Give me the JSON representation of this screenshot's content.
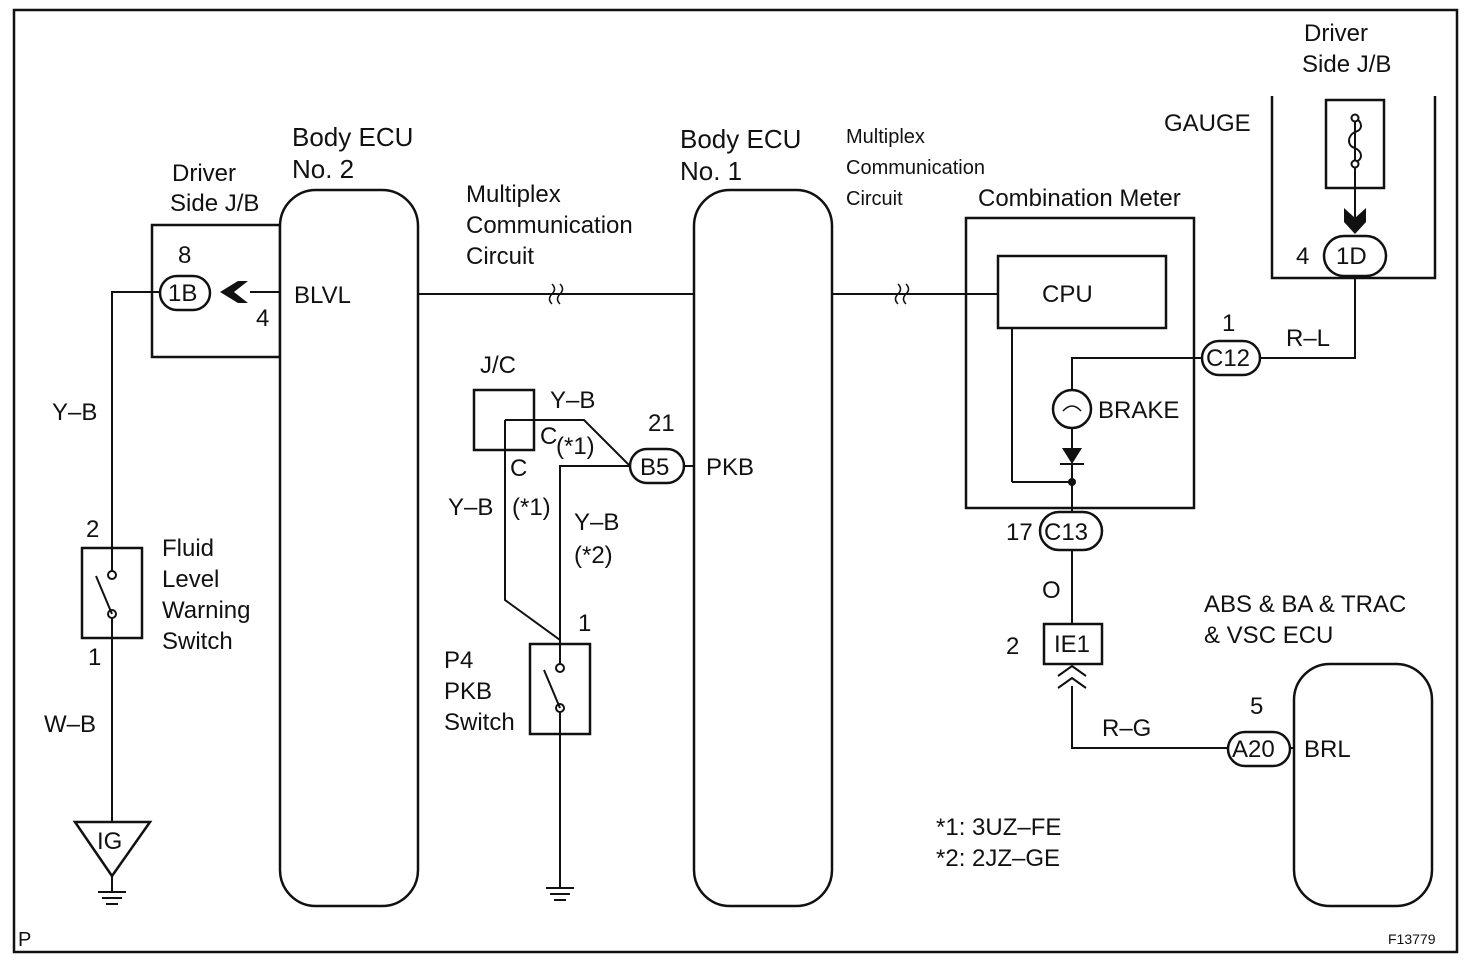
{
  "components": {
    "body_ecu_2": {
      "title_1": "Body  ECU",
      "title_2": "No. 2",
      "terminal": "BLVL"
    },
    "body_ecu_1": {
      "title_1": "Body  ECU",
      "title_2": "No. 1",
      "terminal": "PKB"
    },
    "driver_jb_left": {
      "title_1": "Driver",
      "title_2": "Side J/B",
      "connector": "1B",
      "pin_top": "8",
      "pin_side": "4"
    },
    "driver_jb_right": {
      "title_1": "Driver",
      "title_2": "Side J/B",
      "fuse": "GAUGE",
      "connector": "1D",
      "pin": "4"
    },
    "multiplex_left": {
      "line_1": "Multiplex",
      "line_2": "Communication",
      "line_3": "Circuit"
    },
    "multiplex_right": {
      "line_1": "Multiplex",
      "line_2": "Communication",
      "line_3": "Circuit"
    },
    "combination_meter": {
      "title": "Combination Meter",
      "cpu": "CPU",
      "brake": "BRAKE"
    },
    "c12": {
      "label": "C12",
      "pin": "1",
      "wire": "R–L"
    },
    "c13": {
      "label": "C13",
      "pin": "17",
      "wire": "O"
    },
    "ie1": {
      "label": "IE1",
      "pin": "2"
    },
    "abs_ecu": {
      "title_1": "ABS & BA & TRAC",
      "title_2": "& VSC ECU",
      "terminal": "BRL"
    },
    "a20": {
      "label": "A20",
      "pin": "5",
      "wire": "R–G"
    },
    "jc": {
      "label": "J/C",
      "c_top": "C",
      "c_bottom": "C",
      "note_1_top": "(*1)",
      "note_1_left": "(*1)"
    },
    "b5": {
      "label": "B5",
      "pin": "21"
    },
    "wires": {
      "yb_left": "Y–B",
      "yb_jc_top": "Y–B",
      "yb_jc_left": "Y–B",
      "yb_right": "Y–B",
      "yb_note2": "(*2)",
      "wb": "W–B"
    },
    "fluid_switch": {
      "line_1": "Fluid",
      "line_2": "Level",
      "line_3": "Warning",
      "line_4": "Switch",
      "pin_top": "2",
      "pin_bottom": "1"
    },
    "pkb_switch": {
      "line_1": "P4",
      "line_2": "PKB",
      "line_3": "Switch",
      "pin": "1"
    },
    "ig": {
      "label": "IG"
    },
    "notes": {
      "note_1": "*1: 3UZ–FE",
      "note_2": "*2: 2JZ–GE"
    },
    "corner": {
      "left": "P",
      "right": "F13779"
    }
  }
}
